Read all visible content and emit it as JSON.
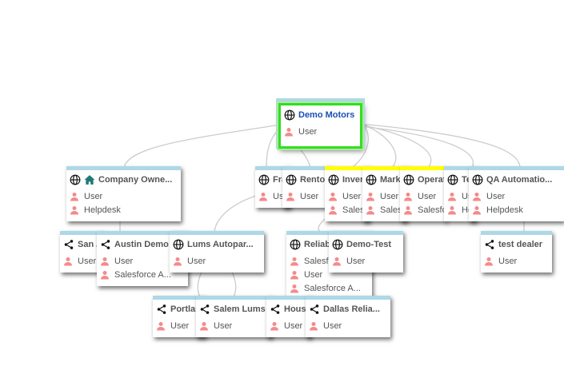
{
  "icons": {
    "globe": "globe-icon",
    "home": "home-icon",
    "share": "share-icon",
    "person": "person-icon"
  },
  "colors": {
    "header_bar": "#add8e6",
    "highlight_bar": "#ffff00",
    "selected_border": "#33dd22",
    "person_icon": "#f48a8a",
    "edge": "#cccccc"
  },
  "nodes": [
    {
      "id": "n-demo-motors",
      "title": "Demo Motors",
      "icon": "globe",
      "rows": [
        "User"
      ]
    },
    {
      "id": "n-company-owner",
      "title": "Company Owne...",
      "icon": "globe",
      "extra_icon": "home",
      "rows": [
        "User",
        "Helpdesk"
      ]
    },
    {
      "id": "n-fra",
      "title": "Fra",
      "icon": "globe",
      "rows": [
        "Use"
      ]
    },
    {
      "id": "n-rento",
      "title": "Rento",
      "icon": "globe",
      "rows": [
        "User"
      ]
    },
    {
      "id": "n-inver",
      "title": "Inver",
      "icon": "globe",
      "rows": [
        "User",
        "Sales"
      ]
    },
    {
      "id": "n-marke",
      "title": "Marke",
      "icon": "globe",
      "rows": [
        "User",
        "Sales"
      ]
    },
    {
      "id": "n-operat",
      "title": "Operat",
      "icon": "globe",
      "rows": [
        "User",
        "Salesfo"
      ]
    },
    {
      "id": "n-te",
      "title": "Te",
      "icon": "globe",
      "rows": [
        "Us",
        "He"
      ]
    },
    {
      "id": "n-qa",
      "title": "QA Automatio...",
      "icon": "globe",
      "rows": [
        "User",
        "Helpdesk"
      ]
    },
    {
      "id": "n-san",
      "title": "San /",
      "icon": "share",
      "rows": [
        "User"
      ]
    },
    {
      "id": "n-austin",
      "title": "Austin Demo",
      "icon": "share",
      "rows": [
        "User",
        "Salesforce A..."
      ]
    },
    {
      "id": "n-lums",
      "title": "Lums Autopar...",
      "icon": "globe",
      "rows": [
        "User"
      ]
    },
    {
      "id": "n-reliab",
      "title": "Reliab",
      "icon": "globe",
      "rows": [
        "Salesfo",
        "User",
        "Salesforce A..."
      ]
    },
    {
      "id": "n-demo-test",
      "title": "Demo-Test",
      "icon": "globe",
      "rows": [
        "User"
      ]
    },
    {
      "id": "n-test-dealer",
      "title": "test dealer",
      "icon": "share",
      "rows": [
        "User"
      ]
    },
    {
      "id": "n-portlan",
      "title": "Portlan",
      "icon": "share",
      "rows": [
        "User"
      ]
    },
    {
      "id": "n-salem",
      "title": "Salem Lums",
      "icon": "share",
      "rows": [
        "User"
      ]
    },
    {
      "id": "n-housi",
      "title": "Housi",
      "icon": "share",
      "rows": [
        "User"
      ]
    },
    {
      "id": "n-dallas",
      "title": "Dallas Relia...",
      "icon": "share",
      "rows": [
        "User"
      ]
    }
  ]
}
